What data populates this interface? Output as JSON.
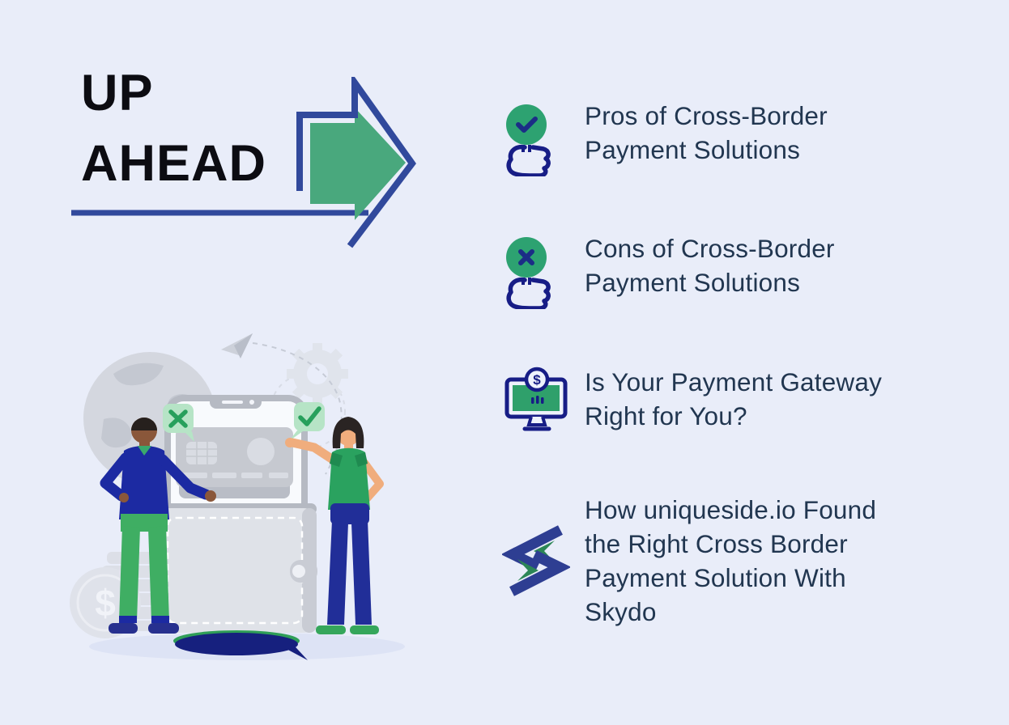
{
  "header": {
    "title_line1": "UP",
    "title_line2": "AHEAD",
    "arrow_icon": "forward-arrow-icon"
  },
  "list": {
    "items": [
      {
        "icon": "thumb-up-check-icon",
        "text": "Pros of Cross-Border Payment Solutions",
        "lines": [
          "Pros of Cross-Border",
          "Payment Solutions"
        ]
      },
      {
        "icon": "thumb-up-cross-icon",
        "text": "Cons of Cross-Border Payment Solutions",
        "lines": [
          "Cons of Cross-Border",
          "Payment Solutions"
        ]
      },
      {
        "icon": "payment-gateway-monitor-icon",
        "text": "Is Your Payment Gateway Right for You?",
        "lines": [
          "Is Your Payment Gateway",
          "Right for You?"
        ]
      },
      {
        "icon": "skydo-logo-icon",
        "text": "How uniqueside.io Found the Right Cross Border Payment Solution With Skydo",
        "lines": [
          "How uniqueside.io Found",
          "the Right Cross Border",
          "Payment Solution With",
          "Skydo"
        ]
      }
    ]
  },
  "icons": {
    "monitor_dollar_symbol": "$"
  },
  "illustration": {
    "name": "two-people-mobile-payment-illustration",
    "coin_dollar_symbol": "$"
  },
  "colors": {
    "background": "#e9edf9",
    "title_black": "#0c0c12",
    "list_text": "#213650",
    "icon_navy": "#171d86",
    "icon_green": "#2da271",
    "arrow_blue": "#31499c",
    "arrow_green": "#49a87d",
    "skydo_blue": "#2e3e92",
    "skydo_green": "#2c8656",
    "badge_green_bg": "#b6e4c6",
    "badge_green_glyph": "#27a05c"
  }
}
